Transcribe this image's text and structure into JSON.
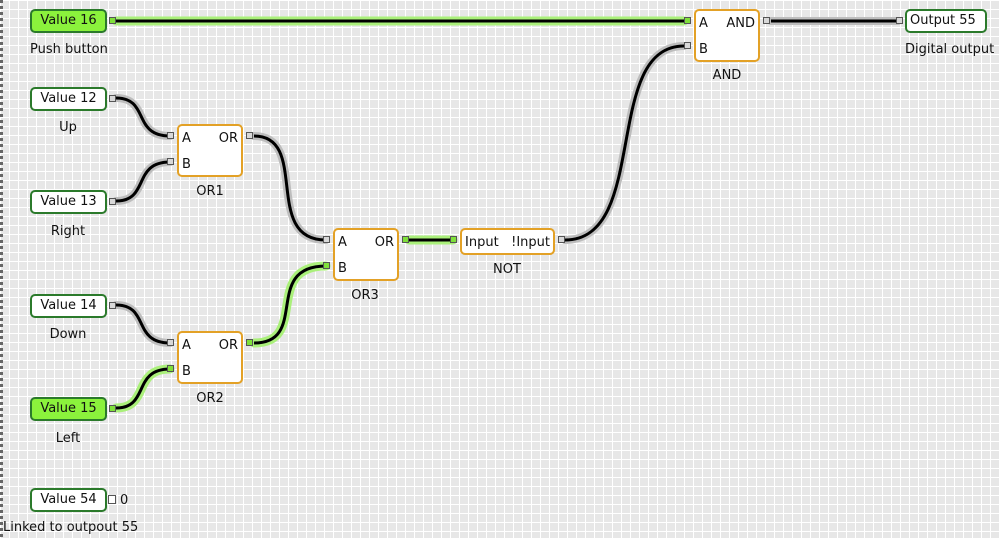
{
  "inputs": [
    {
      "id": "v16",
      "label": "Value 16",
      "caption": "Push button"
    },
    {
      "id": "v12",
      "label": "Value 12",
      "caption": "Up"
    },
    {
      "id": "v13",
      "label": "Value 13",
      "caption": "Right"
    },
    {
      "id": "v14",
      "label": "Value 14",
      "caption": "Down"
    },
    {
      "id": "v15",
      "label": "Value 15",
      "caption": "Left"
    },
    {
      "id": "v54",
      "label": "Value 54",
      "caption": "Linked to outpout 55",
      "value": "0"
    }
  ],
  "gates": [
    {
      "id": "or1",
      "name": "OR1",
      "in_a": "A",
      "in_b": "B",
      "out": "OR"
    },
    {
      "id": "or2",
      "name": "OR2",
      "in_a": "A",
      "in_b": "B",
      "out": "OR"
    },
    {
      "id": "or3",
      "name": "OR3",
      "in_a": "A",
      "in_b": "B",
      "out": "OR"
    },
    {
      "id": "not",
      "name": "NOT",
      "in": "Input",
      "out": "!Input"
    },
    {
      "id": "and",
      "name": "AND",
      "in_a": "A",
      "in_b": "B",
      "out": "AND"
    }
  ],
  "outputs": [
    {
      "id": "o55",
      "label": "Output 55",
      "caption": "Digital output"
    }
  ],
  "colors": {
    "active_fill": "#8bf23c",
    "active_wire": "#8bf23c",
    "node_border": "#2b7a2b",
    "gate_border": "#e3a126"
  }
}
